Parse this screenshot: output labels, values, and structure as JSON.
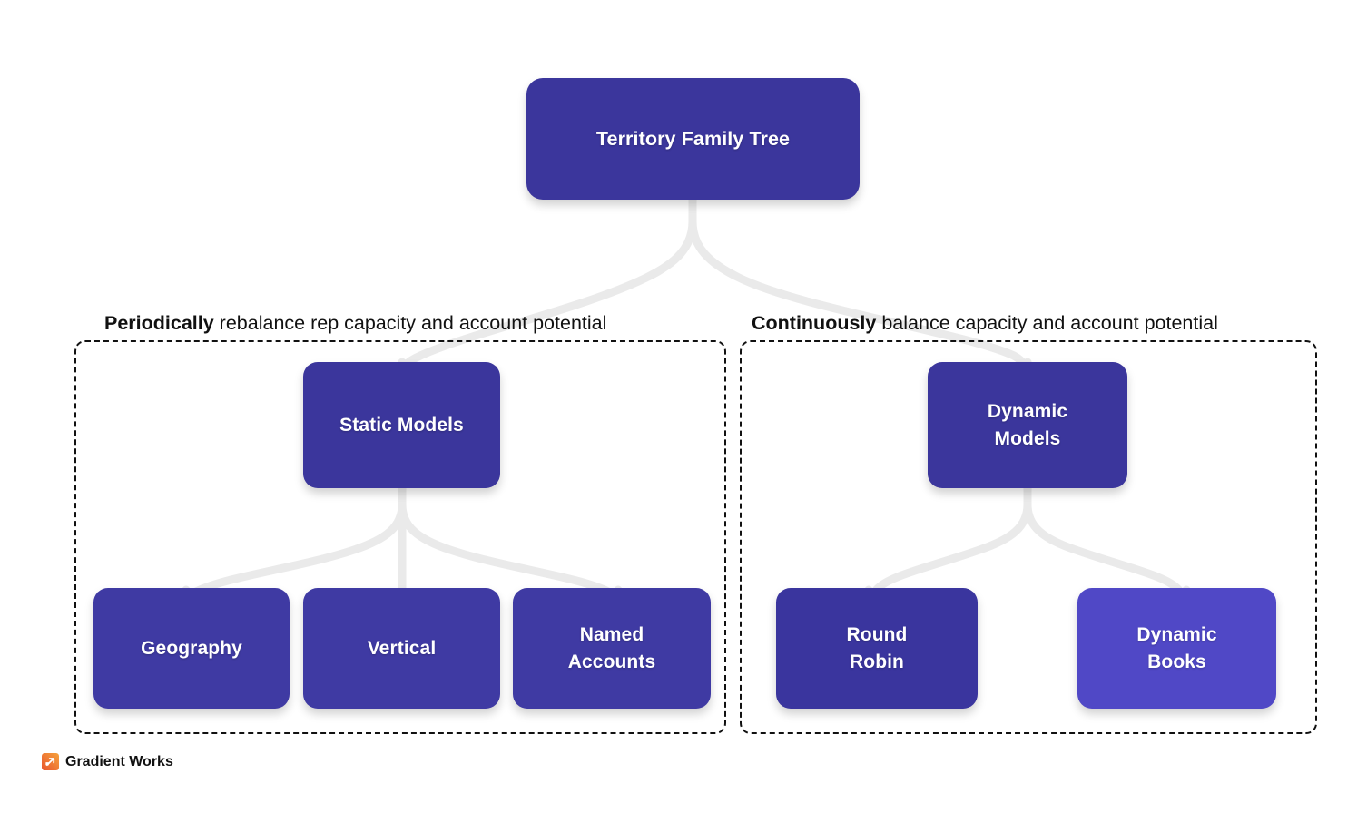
{
  "diagram": {
    "title": "Territory Family Tree",
    "background_color": "#ffffff",
    "connector_color": "#eaeaea",
    "node_text_color": "#ffffff",
    "caption_text_color": "#111111",
    "group_border_color": "#111111"
  },
  "root": {
    "label": "Territory Family Tree",
    "color": "#3B369C"
  },
  "groups": [
    {
      "id": "static",
      "caption_bold": "Periodically",
      "caption_rest": " rebalance rep capacity and account potential",
      "parent": {
        "label": "Static Models",
        "color": "#3B369C"
      },
      "children": [
        {
          "label": "Geography",
          "color": "#3F3AA3"
        },
        {
          "label": "Vertical",
          "color": "#3F3AA3"
        },
        {
          "label": "Named\nAccounts",
          "color": "#3F3AA3"
        }
      ]
    },
    {
      "id": "dynamic",
      "caption_bold": "Continuously",
      "caption_rest": " balance capacity and account potential",
      "parent": {
        "label": "Dynamic\nModels",
        "color": "#3B369C"
      },
      "children": [
        {
          "label": "Round\nRobin",
          "color": "#3A359E"
        },
        {
          "label": "Dynamic\nBooks",
          "color": "#5048C6"
        }
      ]
    }
  ],
  "footer": {
    "brand": "Gradient Works",
    "logo_colors": {
      "start": "#F6A23C",
      "end": "#E8552E"
    }
  }
}
